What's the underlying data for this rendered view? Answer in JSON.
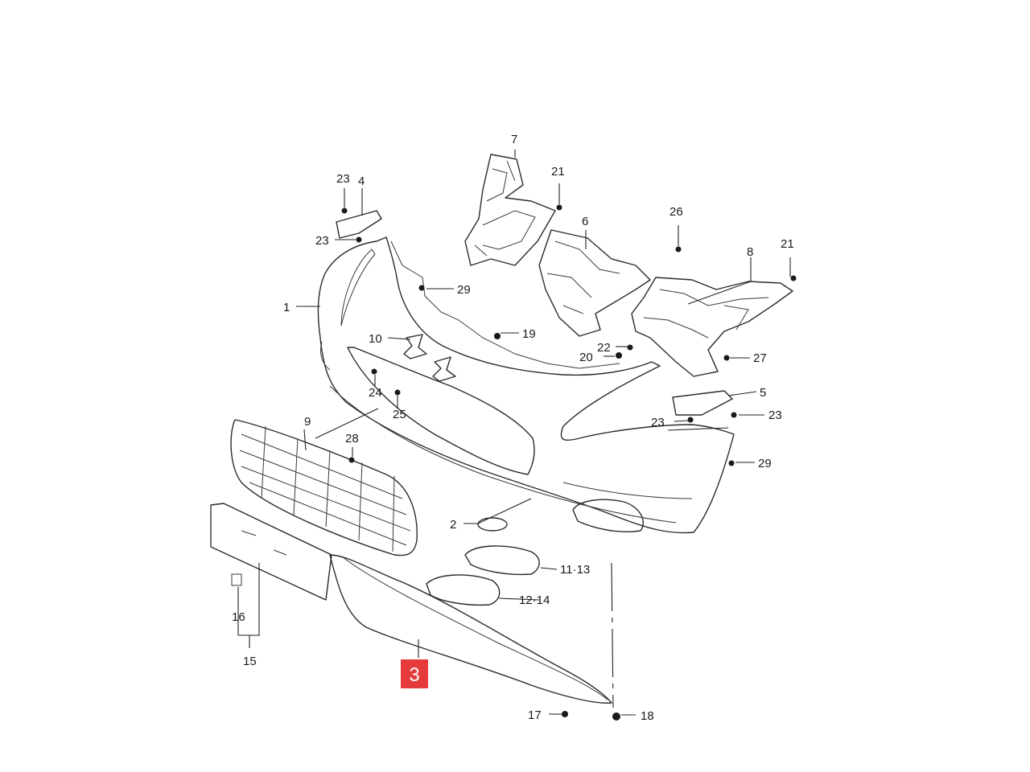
{
  "highlight": {
    "label": "3",
    "color": "#e63b3b"
  },
  "labels": {
    "l1": "1",
    "l2": "2",
    "l4": "4",
    "l5": "5",
    "l6": "6",
    "l7": "7",
    "l8": "8",
    "l9": "9",
    "l10": "10",
    "l1113": "11·13",
    "l1214": "12·14",
    "l15": "15",
    "l16": "16",
    "l17": "17",
    "l18": "18",
    "l19": "19",
    "l20": "20",
    "l21a": "21",
    "l21b": "21",
    "l22": "22",
    "l23a": "23",
    "l23b": "23",
    "l23c": "23",
    "l23d": "23",
    "l24": "24",
    "l25": "25",
    "l26": "26",
    "l27": "27",
    "l28": "28",
    "l29a": "29",
    "l29b": "29"
  }
}
